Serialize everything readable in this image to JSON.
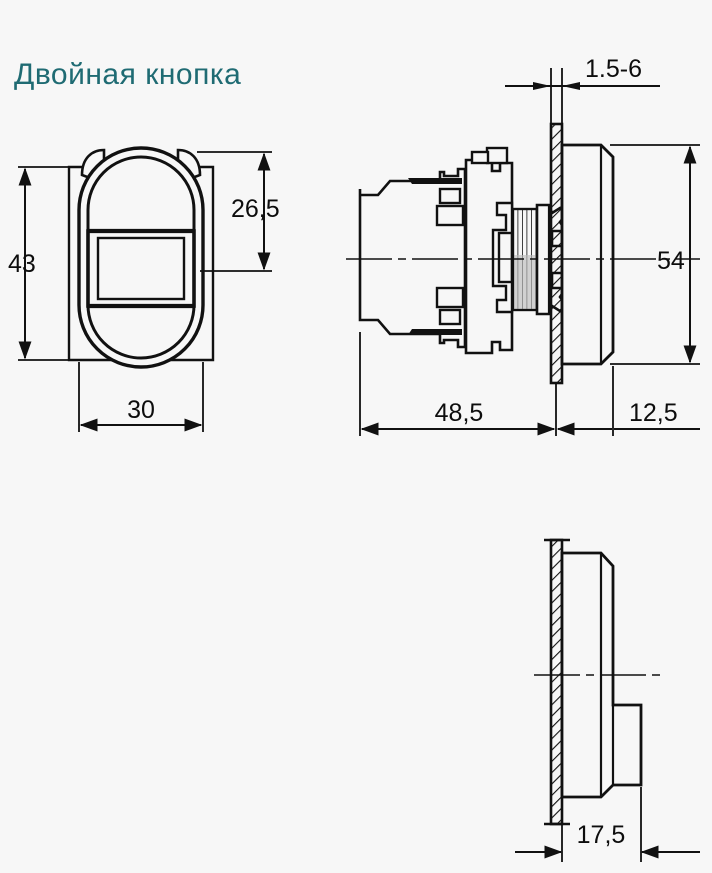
{
  "page": {
    "title": "Двойная кнопка",
    "title_color": "#1f6b73",
    "background_color": "#f7f7f7",
    "line_color": "#111111"
  },
  "views": {
    "front": {
      "name": "front-view",
      "description": "Вид спереди — овальная двойная кнопка с табличкой",
      "dimensions": {
        "height_overall": "43",
        "height_to_label": "26,5",
        "width_overall": "30"
      }
    },
    "side_section": {
      "name": "side-section-view",
      "description": "Вид сбоку в разрезе с монтажной панелью",
      "dimensions": {
        "panel_thickness": "1.5-6",
        "head_height": "54",
        "depth_behind_panel": "48,5",
        "depth_front_panel": "12,5"
      }
    },
    "bottom_detail": {
      "name": "bottom-detail-view",
      "description": "Деталь головки кнопки на панели",
      "dimensions": {
        "depth": "17,5"
      }
    }
  },
  "labels": {
    "h43": "43",
    "h265": "26,5",
    "w30": "30",
    "panel_range": "1.5-6",
    "h54": "54",
    "d485": "48,5",
    "d125": "12,5",
    "d175": "17,5"
  }
}
